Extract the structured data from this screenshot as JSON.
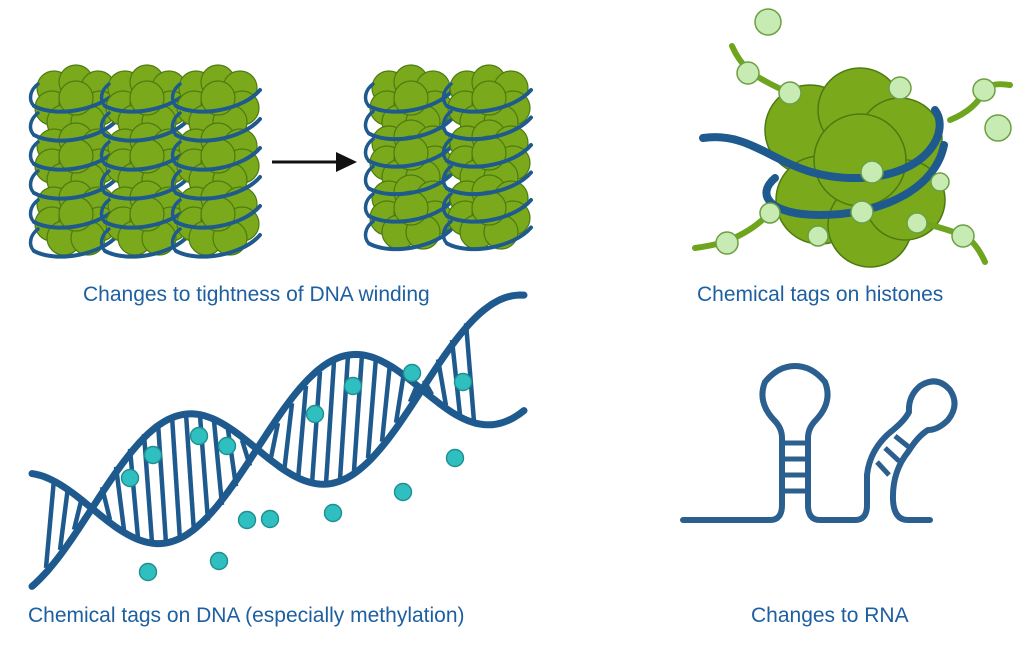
{
  "figure": {
    "title": "Types of epigenetic changes",
    "panels": [
      {
        "id": "dna-winding",
        "caption": "Changes to tightness of DNA winding",
        "before_state": "loosely wound nucleosome columns",
        "after_state": "tightly wound nucleosome columns",
        "before_columns": 3,
        "after_columns": 2,
        "rows_per_column": 3,
        "arrow": "right-arrow"
      },
      {
        "id": "histone-tags",
        "caption": "Chemical tags on histones",
        "subject": "histone octamer wrapped by DNA with tagged histone tails"
      },
      {
        "id": "dna-tags",
        "caption": "Chemical tags on DNA (especially methylation)",
        "subject": "double helix with methyl tags"
      },
      {
        "id": "rna-changes",
        "caption": "Changes to RNA",
        "subject": "RNA strand with two stem-loop hairpins"
      }
    ],
    "colors": {
      "caption_text": "#1d5fa0",
      "histone_green": "#7aaa1c",
      "histone_outline": "#4d7a10",
      "dna_strand": "#1f5a8e",
      "histone_tag": "#c8ebb4",
      "histone_tag_outline": "#6aa040",
      "methyl_tag": "#2fbfc0",
      "methyl_tag_outline": "#1f8f8f",
      "arrow": "#111111",
      "rna_strand": "#2a5f8f"
    }
  }
}
